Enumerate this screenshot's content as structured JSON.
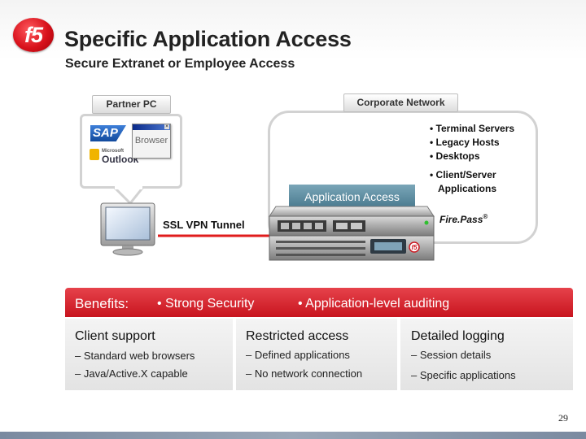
{
  "header": {
    "title": "Specific Application Access",
    "subtitle": "Secure Extranet or Employee Access",
    "logo_text": "f5"
  },
  "diagram": {
    "partner_tab": "Partner PC",
    "corporate_tab": "Corporate Network",
    "browser_label": "Browser",
    "sap_logo": "SAP",
    "outlook_logo_small": "Microsoft",
    "outlook_logo": "Outlook",
    "corp_bullets": [
      "• Terminal Servers",
      "• Legacy Hosts",
      "• Desktops",
      "• Client/Server",
      "Applications"
    ],
    "app_access_label": "Application Access",
    "firepass_label": "Fire.Pass",
    "firepass_mark": "®",
    "tunnel_label": "SSL VPN Tunnel"
  },
  "benefits": {
    "title": "Benefits:",
    "items": [
      "• Strong Security",
      "• Application-level auditing"
    ]
  },
  "columns": [
    {
      "heading": "Client support",
      "lines": [
        "– Standard web browsers",
        "– Java/Active.X capable"
      ]
    },
    {
      "heading": "Restricted access",
      "lines": [
        "– Defined applications",
        "– No network connection"
      ]
    },
    {
      "heading": "Detailed logging",
      "lines": [
        "– Session details",
        "– Specific applications"
      ]
    }
  ],
  "footer": {
    "page_number": "29"
  },
  "colors": {
    "accent_red": "#d8121c",
    "tunnel_red": "#e01c1c",
    "app_label_blue": "#5b8ba0"
  }
}
